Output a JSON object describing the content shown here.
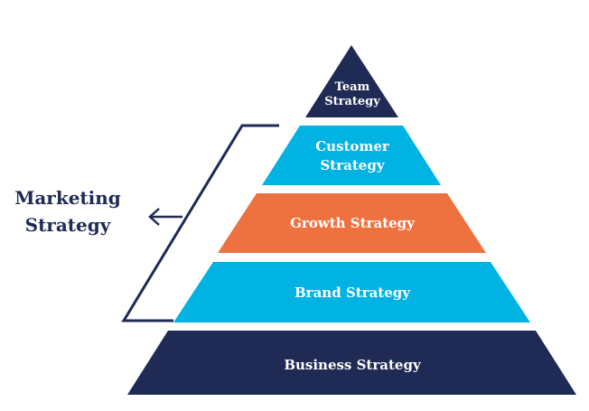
{
  "diagram": {
    "tiers": [
      {
        "label_lines": [
          "Team",
          "Strategy"
        ],
        "color": "#1f2a55"
      },
      {
        "label_lines": [
          "Customer",
          "Strategy"
        ],
        "color": "#00b3e3"
      },
      {
        "label_lines": [
          "Growth Strategy"
        ],
        "color": "#ee7240"
      },
      {
        "label_lines": [
          "Brand Strategy"
        ],
        "color": "#00b3e3"
      },
      {
        "label_lines": [
          "Business Strategy"
        ],
        "color": "#1f2a55"
      }
    ],
    "group": {
      "label_lines": [
        "Marketing",
        "Strategy"
      ],
      "color": "#1f2a55",
      "arrow_icon": "arrow-left-icon"
    }
  }
}
